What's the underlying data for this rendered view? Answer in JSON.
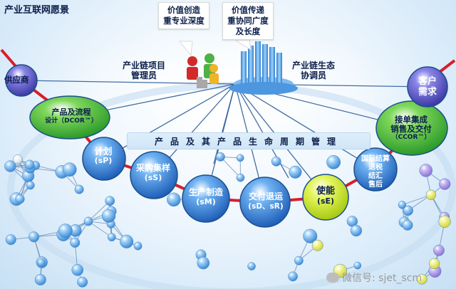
{
  "title": "产业互联网愿景",
  "callouts": {
    "left": [
      "价值创造",
      "重专业深度"
    ],
    "right": [
      "价值传递",
      "重协同广度",
      "及长度"
    ]
  },
  "roles": {
    "project_manager": [
      "产业链项目",
      "管理员"
    ],
    "eco_coordinator": [
      "产业链生态",
      "协调员"
    ]
  },
  "lifecycle_bar": "产品及其产品生命周期管理",
  "nodes": {
    "supplier": "供应商",
    "product_design": [
      "产品及流程",
      "设计（DCOR™）"
    ],
    "plan": [
      "计划",
      "(sP)"
    ],
    "sourcing": [
      "采购集样",
      "(sS)"
    ],
    "manufacturing": [
      "生产制造",
      "(sM)"
    ],
    "delivery": [
      "交付退运",
      "(sD、sR)"
    ],
    "enable": [
      "使能",
      "(sE)"
    ],
    "intl_settlement": [
      "国际结算",
      "退税",
      "结汇",
      "售后"
    ],
    "order_integration": [
      "接单集成",
      "销售及交付",
      "（CCOR™）"
    ],
    "customer": [
      "客户",
      "需求"
    ]
  },
  "watermark": "微信号: sjet_scm",
  "colors": {
    "node_green": "#3fbf3a",
    "node_blue": "#1d6fd6",
    "node_yellow": "#c7e91e",
    "node_purple": "#5b55c8",
    "link_red": "#d81e2a",
    "sphere_blue": "#5aa3e6",
    "title_text": "#0b1f4a"
  }
}
